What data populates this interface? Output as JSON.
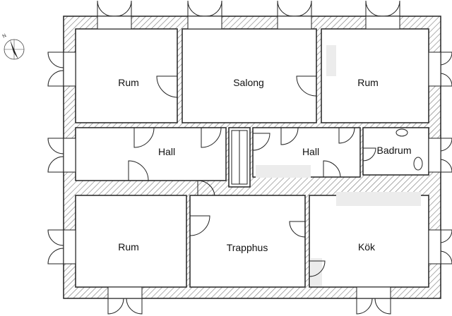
{
  "rooms": {
    "rum_top_left": "Rum",
    "salong": "Salong",
    "rum_top_right": "Rum",
    "hall_left": "Hall",
    "hall_right": "Hall",
    "badrum": "Badrum",
    "rum_bottom_left": "Rum",
    "trapphus": "Trapphus",
    "kok": "Kök"
  },
  "compass": {
    "north_label": "N",
    "icon": "north-arrow-icon"
  },
  "colors": {
    "wall": "#222222",
    "hatch": "#777777",
    "background": "#ffffff"
  }
}
